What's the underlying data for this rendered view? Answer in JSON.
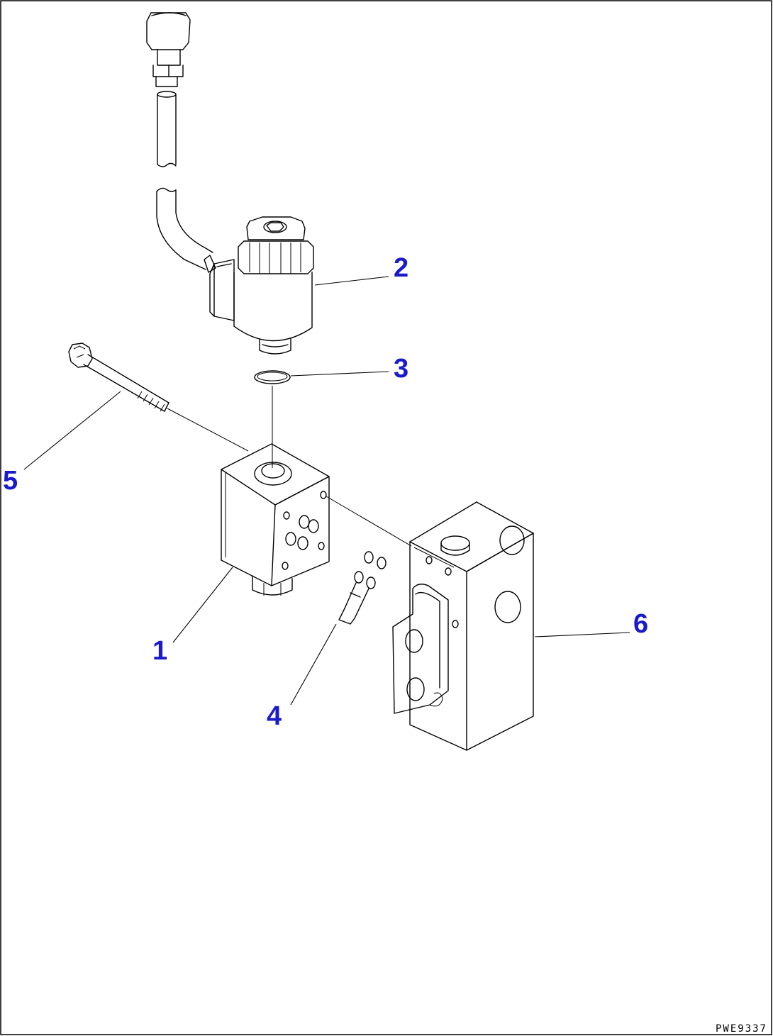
{
  "diagram": {
    "drawing_number": "PWE9337",
    "callouts": [
      {
        "label": "1"
      },
      {
        "label": "2"
      },
      {
        "label": "3"
      },
      {
        "label": "4"
      },
      {
        "label": "5"
      },
      {
        "label": "6"
      }
    ],
    "colors": {
      "callout_text": "#1a1acc",
      "line_art": "#000000",
      "background": "#ffffff"
    }
  }
}
